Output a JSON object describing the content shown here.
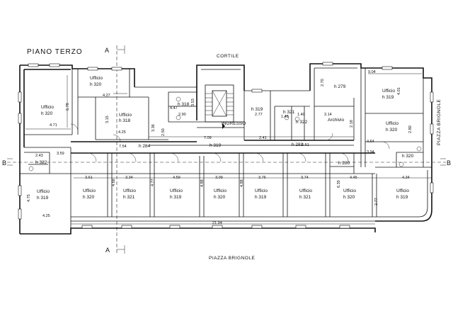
{
  "title": "PIANO TERZO",
  "section_marks": [
    "A",
    "A",
    "B",
    "B"
  ],
  "streets": {
    "top": "CORTILE",
    "bottom": "PIAZZA  BRIGNOLE",
    "right": "PIAZZA  BRIGNOLE"
  },
  "entrance_label": "INGRESSO",
  "archive_label": "Archivio",
  "rooms": [
    {
      "name": "Ufficio",
      "h": "h  320"
    },
    {
      "name": "Ufficio",
      "h": "h  320"
    },
    {
      "name": "Ufficio",
      "h": "h  318"
    },
    {
      "name": "Ufficio",
      "h": "h  319"
    },
    {
      "name": "Ufficio",
      "h": "h  320"
    },
    {
      "name": "Ufficio",
      "h": "h  321"
    },
    {
      "name": "Ufficio",
      "h": "h  319"
    },
    {
      "name": "Ufficio",
      "h": "h  320"
    },
    {
      "name": "Ufficio",
      "h": "h  319"
    },
    {
      "name": "Ufficio",
      "h": "h  321"
    },
    {
      "name": "Ufficio",
      "h": "h  320"
    },
    {
      "name": "Ufficio",
      "h": "h  319"
    },
    {
      "name": "Ufficio",
      "h": "h  319"
    },
    {
      "name": "Ufficio",
      "h": "h  320"
    }
  ],
  "heights": [
    "h  318",
    "h  322",
    "h  319",
    "h  321",
    "h  322",
    "h  279",
    "h  284",
    "h  319",
    "h  282",
    "h  280",
    "h  320"
  ],
  "dims": [
    "6.78",
    "4.27",
    "3.15",
    "4.25",
    "4.71",
    "2.43",
    "3.59",
    "7.54",
    "3.61",
    "3.34",
    "4.59",
    "3.09",
    "3.76",
    "3.74",
    "4.25",
    "21.94",
    "4.47",
    "2.90",
    "7.09",
    "2.41",
    "6.51",
    "2.77",
    "1.48",
    "1.40",
    "3.14",
    "2.18",
    "9.04",
    "4.01",
    "2.80",
    "4.64",
    "3.94",
    "4.45",
    "4.34",
    "2.77",
    "4.75",
    "6.35",
    "4.77",
    "4.68",
    "3.53",
    "2.50",
    "3.36",
    "2.70",
    "4.88",
    "4.88"
  ]
}
